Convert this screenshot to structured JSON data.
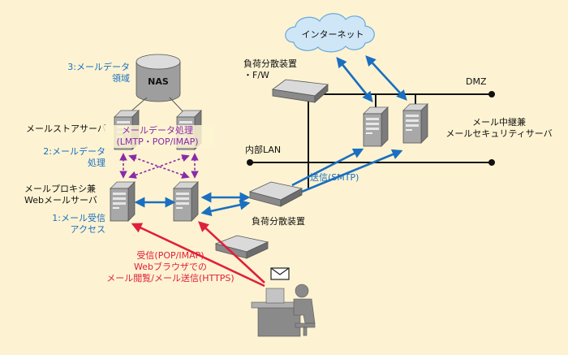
{
  "labels": {
    "internet": "インターネット",
    "lb_fw": "負荷分散装置\n・F/W",
    "dmz": "DMZ",
    "inner_lan": "内部LAN",
    "relay_server": "メール中継兼\nメールセキュリティサーバ",
    "send_smtp": "送信(SMTP)",
    "lb_internal": "負荷分散装置",
    "nas": "NAS",
    "mail_data_area": "3:メールデータ\n領域",
    "mail_store_server": "メールストアサーバ",
    "mail_data_processing": "メールデータ処理\n(LMTP・POP/IMAP)",
    "step2": "2:メールデータ\n処理",
    "proxy_server": "メールプロキシ兼\nWebメールサーバ",
    "step1": "1:メール受信\nアクセス",
    "recv_text": "受信(POP/IMAP)\nWebブラウザでの\nメール閲覧/メール送信(HTTPS)"
  },
  "colors": {
    "background": "#fdf3d2",
    "blue_arrow": "#1a6fc0",
    "red_arrow": "#e0203a",
    "purple_arrow": "#8a2aa8",
    "device_gray": "#9a9a9a"
  },
  "icons": [
    "cloud-icon",
    "nas-icon",
    "server-icon",
    "switch-icon",
    "envelope-icon",
    "user-at-desk-icon"
  ]
}
